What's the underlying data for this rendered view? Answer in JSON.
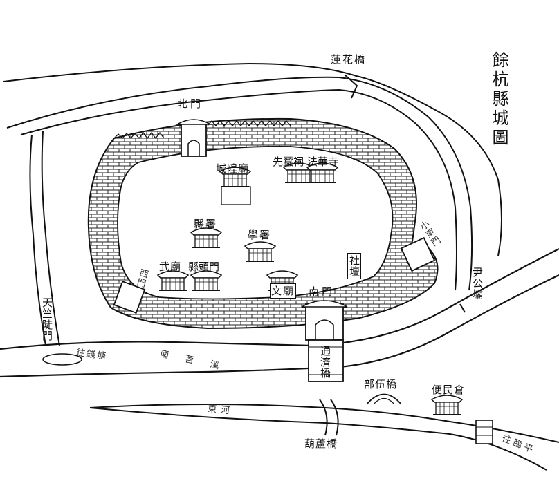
{
  "title": "餘杭縣城圖",
  "labels": {
    "lianhua_bridge": "蓮花橋",
    "north_gate": "北門",
    "chenghuang_temple": "城隍廟",
    "xiansi": "先蠶祠",
    "fahua_temple": "法華寺",
    "county_office": "縣署",
    "school_office": "學署",
    "xiaodong_gate": "小東門",
    "wumiao": "武廟",
    "xiantou_gate": "縣頭門",
    "xi_gate": "西門",
    "wenmiao": "文廟",
    "south_gate": "南門",
    "she_tan": "社壇",
    "yingong_dam": "尹公壩",
    "tianzhu_gate": "天竺陡門",
    "tongji_bridge": "通濟橋",
    "tiaoxi": "南苕溪",
    "bianmin_granary": "便民倉",
    "buwu_bridge": "部伍橋",
    "hulu_bridge": "葫蘆橋",
    "east_river": "東河",
    "road_east": "往臨平",
    "road_sw": "往錢塘"
  }
}
